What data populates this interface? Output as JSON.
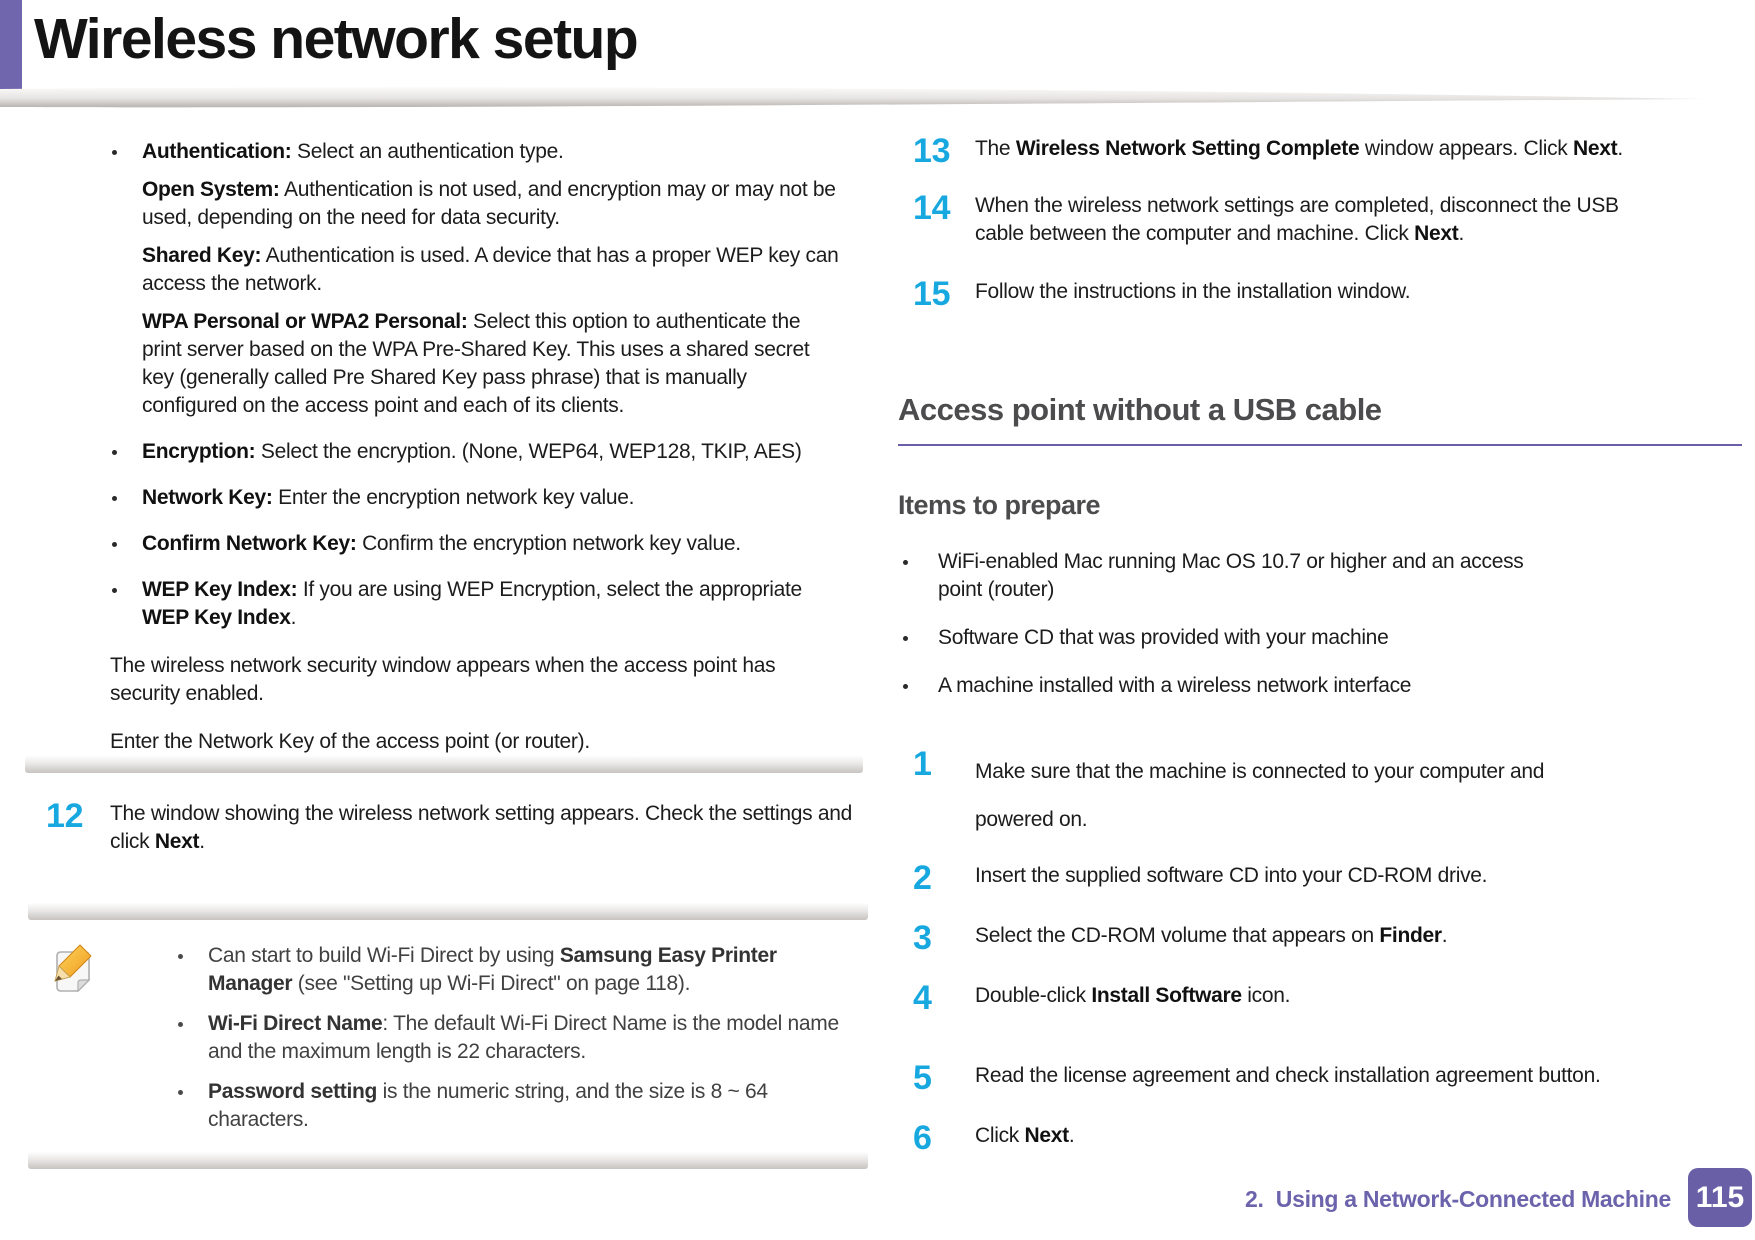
{
  "page": {
    "title": "Wireless network setup",
    "footer_section": "2.  Using a Network-Connected Machine",
    "footer_page": "115"
  },
  "colors": {
    "accent_purple": "#6F66AE",
    "step_cyan": "#17A8E0",
    "heading_gray": "#4C4C4E",
    "rule_purple": "#6A5FA8",
    "footer_purple": "#6B63AB",
    "badge_purple": "#695FA7"
  },
  "icons": {
    "note": "pencil-note-icon",
    "bullet": "round-bullet-dot"
  },
  "left": {
    "bullets": [
      {
        "rich": [
          {
            "b": true,
            "t": "Authentication:"
          },
          {
            "t": " Select an authentication type."
          }
        ],
        "subs": [
          [
            {
              "b": true,
              "t": "Open System:"
            },
            {
              "t": " Authentication is not used, and encryption may or may not be used, depending on the need for data security."
            }
          ],
          [
            {
              "b": true,
              "t": "Shared Key:"
            },
            {
              "t": " Authentication is used. A device that has a proper WEP key can access the network."
            }
          ],
          [
            {
              "b": true,
              "t": "WPA Personal or WPA2 Personal:"
            },
            {
              "t": " Select this option to authenticate the print server based on the WPA Pre-Shared Key. This uses a shared secret key (generally called Pre Shared Key pass phrase) that is manually configured on the access point and each of its clients."
            }
          ]
        ]
      },
      {
        "rich": [
          {
            "b": true,
            "t": "Encryption:"
          },
          {
            "t": " Select the encryption. (None, WEP64, WEP128, TKIP, AES)"
          }
        ]
      },
      {
        "rich": [
          {
            "b": true,
            "t": "Network Key:"
          },
          {
            "t": " Enter the encryption network key value."
          }
        ]
      },
      {
        "rich": [
          {
            "b": true,
            "t": "Confirm Network Key:"
          },
          {
            "t": " Confirm the encryption network key value."
          }
        ]
      },
      {
        "rich": [
          {
            "b": true,
            "t": "WEP Key Index:"
          },
          {
            "t": " If you are using WEP Encryption, select the appropriate "
          },
          {
            "b": true,
            "t": "WEP Key Index"
          },
          {
            "t": "."
          }
        ]
      }
    ],
    "paragraphs": [
      "The wireless network security window appears when the access point has security enabled.",
      "Enter the Network Key of the access point (or router)."
    ],
    "step12": {
      "num": "12",
      "rich": [
        {
          "t": "The window showing the wireless network setting appears. Check the settings and click "
        },
        {
          "b": true,
          "t": "Next"
        },
        {
          "t": "."
        }
      ]
    },
    "note_bullets": [
      [
        {
          "t": "Can start to build Wi-Fi Direct by using "
        },
        {
          "b": true,
          "t": "Samsung Easy Printer Manager"
        },
        {
          "t": " (see \"Setting up Wi-Fi Direct\" on page 118)."
        }
      ],
      [
        {
          "b": true,
          "t": "Wi-Fi Direct Name"
        },
        {
          "t": ": The default Wi-Fi Direct Name is the model name and the maximum length is 22 characters."
        }
      ],
      [
        {
          "b": true,
          "t": "Password setting"
        },
        {
          "t": " is the numeric string, and the size is 8 ~ 64 characters."
        }
      ]
    ]
  },
  "right": {
    "steps_top": [
      {
        "num": "13",
        "rich": [
          {
            "t": "The "
          },
          {
            "b": true,
            "t": "Wireless Network Setting Complete"
          },
          {
            "t": " window appears. Click "
          },
          {
            "b": true,
            "t": "Next"
          },
          {
            "t": "."
          }
        ]
      },
      {
        "num": "14",
        "rich": [
          {
            "t": "When the wireless network settings are completed, disconnect the USB cable between the computer and machine. Click "
          },
          {
            "b": true,
            "t": "Next"
          },
          {
            "t": "."
          }
        ]
      },
      {
        "num": "15",
        "rich": [
          {
            "t": "Follow the instructions in the installation window."
          }
        ]
      }
    ],
    "section_heading": "Access point without a USB cable",
    "subheading": "Items to prepare",
    "items": [
      "WiFi-enabled Mac running Mac OS 10.7 or higher and an access point (router)",
      "Software CD that was provided with your machine",
      "A machine installed with a wireless network interface"
    ],
    "steps_bottom": [
      {
        "num": "1",
        "rich": [
          {
            "t": "Make sure that the machine is connected to your computer and powered on."
          }
        ]
      },
      {
        "num": "2",
        "rich": [
          {
            "t": "Insert the supplied software CD into your CD-ROM drive."
          }
        ]
      },
      {
        "num": "3",
        "rich": [
          {
            "t": "Select the CD-ROM volume that appears on "
          },
          {
            "b": true,
            "t": "Finder"
          },
          {
            "t": "."
          }
        ]
      },
      {
        "num": "4",
        "rich": [
          {
            "t": "Double-click "
          },
          {
            "b": true,
            "t": "Install Software"
          },
          {
            "t": " icon."
          }
        ]
      },
      {
        "num": "5",
        "rich": [
          {
            "t": "Read the license agreement and check installation agreement button."
          }
        ]
      },
      {
        "num": "6",
        "rich": [
          {
            "t": "Click "
          },
          {
            "b": true,
            "t": "Next"
          },
          {
            "t": "."
          }
        ]
      }
    ]
  }
}
